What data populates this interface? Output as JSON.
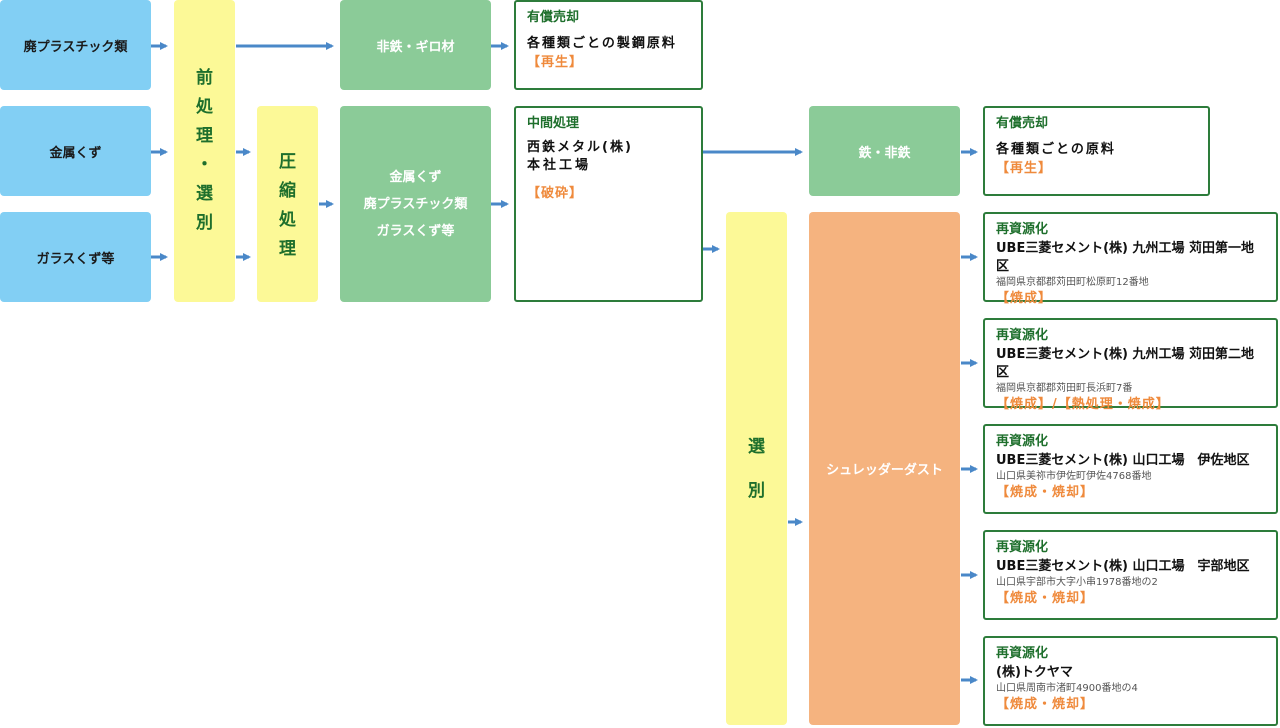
{
  "sources": [
    "廃プラスチック類",
    "金属くず",
    "ガラスくず等"
  ],
  "pretreatment": [
    "前",
    "処",
    "理",
    "・",
    "選",
    "別"
  ],
  "compression": [
    "圧",
    "縮",
    "処",
    "理"
  ],
  "nonferrous_scrap": "非鉄・ギロ材",
  "mixed_materials": [
    "金属くず",
    "廃プラスチック類",
    "ガラスくず等"
  ],
  "sale_1": {
    "head": "有償売却",
    "name": "各種類ごとの製鋼原料",
    "tag": "【再生】"
  },
  "intermediate": {
    "head": "中間処理",
    "name_lines": [
      "西鉄メタル(株)",
      "本社工場"
    ],
    "tag": "【破砕】"
  },
  "ferrous_nonferrous": "鉄・非鉄",
  "sale_2": {
    "head": "有償売却",
    "name": "各種類ごとの原料",
    "tag": "【再生】"
  },
  "sorting": [
    "選",
    "別"
  ],
  "shredder_dust": "シュレッダーダスト",
  "recyclers": [
    {
      "head": "再資源化",
      "name": "UBE三菱セメント(株) 九州工場 苅田第一地区",
      "address": "福岡県京都郡苅田町松原町12番地",
      "tag": "【焼成】"
    },
    {
      "head": "再資源化",
      "name": "UBE三菱セメント(株) 九州工場 苅田第二地区",
      "address": "福岡県京都郡苅田町長浜町7番",
      "tag": "【焼成】/【熱処理・焼成】"
    },
    {
      "head": "再資源化",
      "name": "UBE三菱セメント(株) 山口工場　伊佐地区",
      "address": "山口県美祢市伊佐町伊佐4768番地",
      "tag": "【焼成・焼却】"
    },
    {
      "head": "再資源化",
      "name": "UBE三菱セメント(株) 山口工場　宇部地区",
      "address": "山口県宇部市大字小串1978番地の2",
      "tag": "【焼成・焼却】"
    },
    {
      "head": "再資源化",
      "name": "(株)トクヤマ",
      "address": "山口県周南市渚町4900番地の4",
      "tag": "【焼成・焼却】"
    }
  ],
  "colors": {
    "source": "#82cff4",
    "process": "#fcf997",
    "material": "#8bcb98",
    "dust": "#f5b37f",
    "outline": "#2d7c3b",
    "tag": "#ef8a3c",
    "arrow": "#4a88c8"
  }
}
